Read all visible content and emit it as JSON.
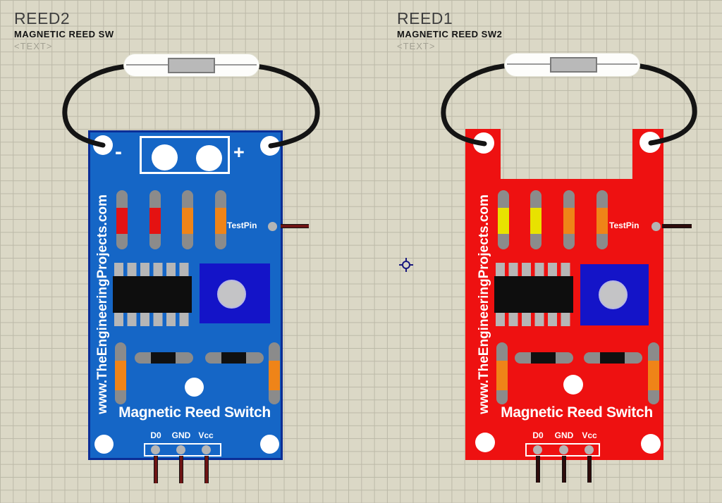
{
  "app": {
    "grid_bg": "#dbd8c6",
    "grid_line": "#bcb9a8"
  },
  "left_module": {
    "ref": "REED2",
    "part": "MAGNETIC REED SW",
    "text_tag": "<TEXT>",
    "board_color": "#1566c6",
    "board_border_color": "#0b2e96",
    "watermark": "www.TheEngineeringProjects.com",
    "title": "Magnetic Reed Switch",
    "testpin_label": "TestPin",
    "minus_label": "-",
    "plus_label": "+",
    "pin_labels": [
      "D0",
      "GND",
      "Vcc"
    ],
    "resistor_band_colors": [
      "#e41212",
      "#e41212",
      "#ef8418",
      "#ef8418"
    ],
    "side_band_color": "#ef8418",
    "stub_wire_color": "#6e1414"
  },
  "right_module": {
    "ref": "REED1",
    "part": "MAGNETIC REED SW2",
    "text_tag": "<TEXT>",
    "board_color": "#ee1111",
    "watermark": "www.TheEngineeringProjects.com",
    "title": "Magnetic Reed Switch",
    "testpin_label": "TestPin",
    "pin_labels": [
      "D0",
      "GND",
      "Vcc"
    ],
    "resistor_band_colors": [
      "#e8e200",
      "#e8e200",
      "#ef8418",
      "#ef8418"
    ],
    "side_band_color": "#ef8418",
    "stub_wire_color": "#2e0c0c"
  }
}
